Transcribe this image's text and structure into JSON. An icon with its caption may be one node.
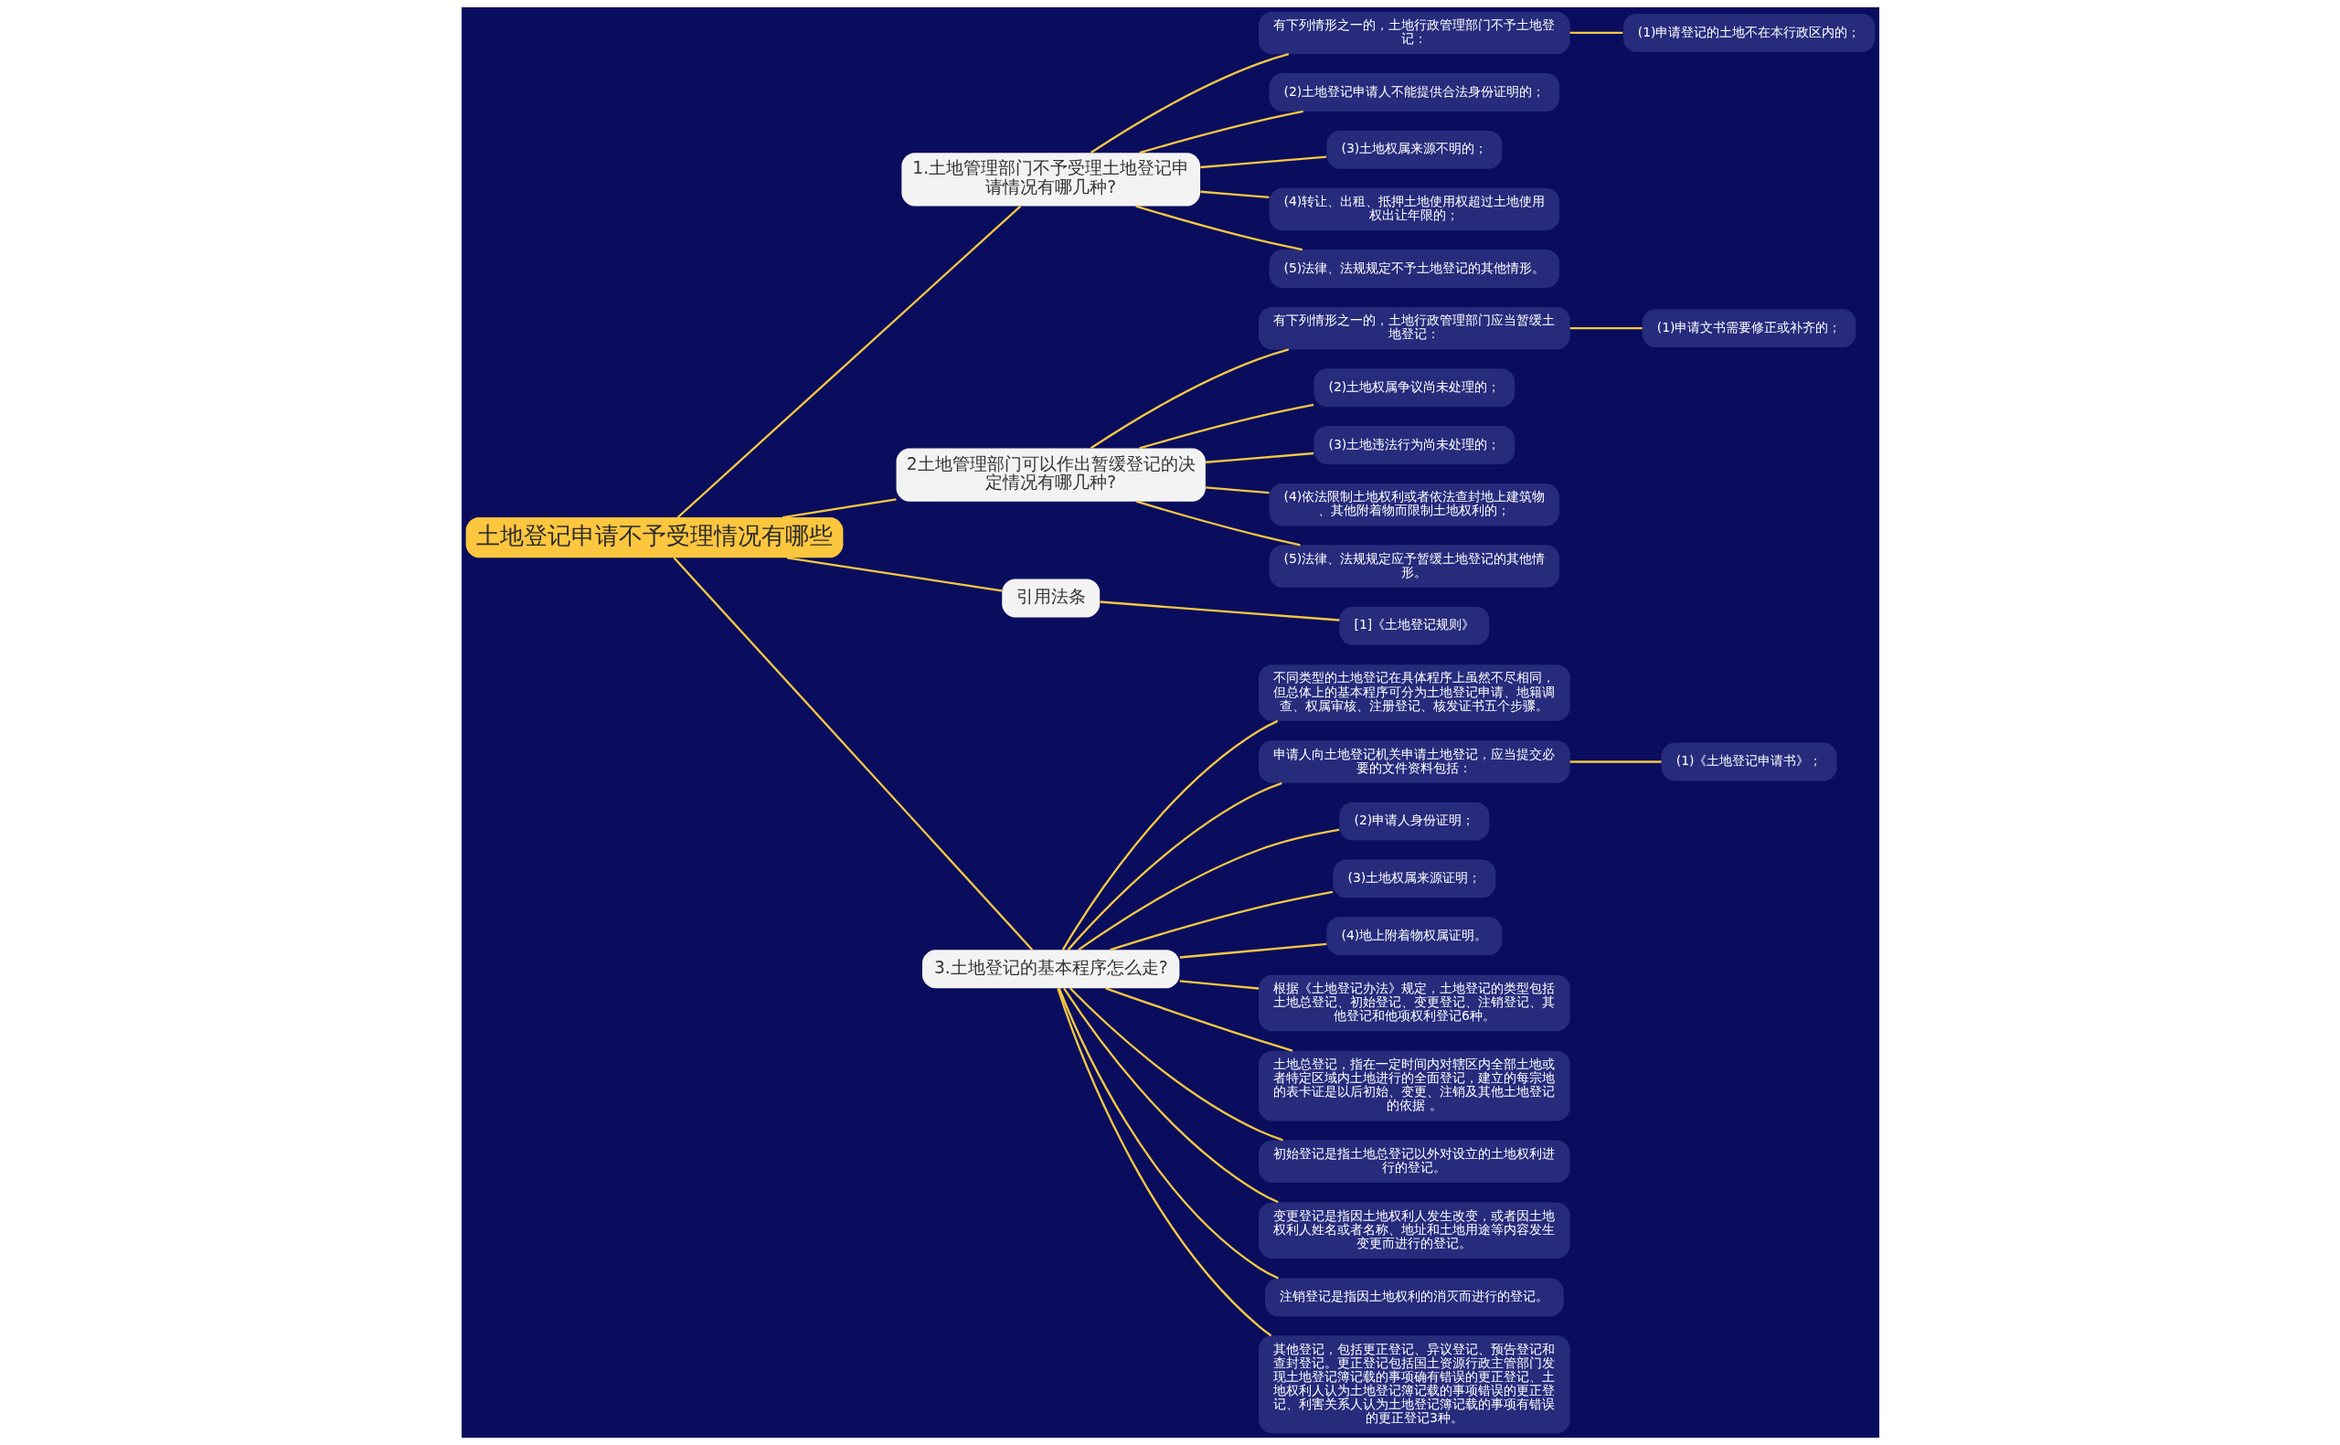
{
  "diagram": {
    "nodes": [
      {
        "text": [
          "土地登记申请不予受理情况有哪些"
        ]
      },
      {
        "text": [
          "1.土地管理部门不予受理土地登记申请情况有哪几种?"
        ]
      },
      {
        "text": [
          "有下列情形之一的，土地行政管理部门不予土地登记："
        ]
      },
      {
        "text": [
          "(1)申请登记的土地不在本行政区内的；"
        ]
      },
      {
        "text": [
          "(2)土地登记申请人不能提供合法身份证明的；"
        ]
      },
      {
        "text": [
          "(3)土地权属来源不明的；"
        ]
      },
      {
        "text": [
          "(4)转让、出租、抵押土地使用权超过土地使用权出让年限的；"
        ]
      },
      {
        "text": [
          "(5)法律、法规规定不予土地登记的其他情形。"
        ]
      },
      {
        "text": [
          "2土地管理部门可以作出暂缓登记的决定情况有哪几种?"
        ]
      },
      {
        "text": [
          "有下列情形之一的，土地行政管理部门应当暂缓土地登记："
        ]
      },
      {
        "text": [
          "(1)申请文书需要修正或补齐的；"
        ]
      },
      {
        "text": [
          "(2)土地权属争议尚未处理的；"
        ]
      },
      {
        "text": [
          "(3)土地违法行为尚未处理的；"
        ]
      },
      {
        "text": [
          "(4)依法限制土地权利或者依法查封地上建筑物、其他附着物而限制土地权利的；"
        ]
      },
      {
        "text": [
          "(5)法律、法规规定应予暂缓土地登记的其他情形。"
        ]
      },
      {
        "text": [
          "引用法条"
        ]
      },
      {
        "text": [
          "[1]《土地登记规则》"
        ]
      },
      {
        "text": [
          "3.土地登记的基本程序怎么走?"
        ]
      },
      {
        "text": [
          "不同类型的土地登记在具体程序上虽然不尽相同，但总体上的基本程序可分为土地登记申请、地籍调查、权属审核、注册登记、核发证书五个步骤。"
        ]
      },
      {
        "text": [
          "申请人向土地登记机关申请土地登记，应当提交必要的文件资料包括："
        ]
      },
      {
        "text": [
          "(1)《土地登记申请书》；"
        ]
      },
      {
        "text": [
          "(2)申请人身份证明；"
        ]
      },
      {
        "text": [
          "(3)土地权属来源证明；"
        ]
      },
      {
        "text": [
          "(4)地上附着物权属证明。"
        ]
      },
      {
        "text": [
          "根据《土地登记办法》规定，土地登记的类型包括土地总登记、初始登记、变更登记、注销登记、其他登记和他项权利登记6种。"
        ]
      },
      {
        "text": [
          "土地总登记，指在一定时间内对辖区内全部土地或者特定区域内土地进行的全面登记，建立的每宗地的表卡证是以后初始、变更、注销及其他土地登记的依据 。"
        ]
      },
      {
        "text": [
          "初始登记是指土地总登记以外对设立的土地权利进行的登记。"
        ]
      },
      {
        "text": [
          "变更登记是指因土地权利人发生改变，或者因土地权利人姓名或者名称、地址和土地用途等内容发生变更而进行的登记。"
        ]
      },
      {
        "text": [
          "注销登记是指因土地权利的消灭而进行的登记。"
        ]
      },
      {
        "text": [
          "其他登记，包括更正登记、异议登记、预告登记和查封登记。更正登记包括国土资源行政主管部门发现土地登记簿记载的事项确有错误的更正登记、土地权利人认为土地登记簿记载的事项错误的更正登记、利害关系人认为土地登记簿记载的事项有错误的更正登记3种。"
        ]
      }
    ],
    "edges": [
      {
        "from": 0,
        "to": 1,
        "arrow": "none"
      },
      {
        "from": 1,
        "to": 2,
        "arrow": "none"
      },
      {
        "from": 2,
        "to": 3,
        "arrow": "none"
      },
      {
        "from": 1,
        "to": 4,
        "arrow": "none"
      },
      {
        "from": 1,
        "to": 5,
        "arrow": "none"
      },
      {
        "from": 1,
        "to": 6,
        "arrow": "none"
      },
      {
        "from": 1,
        "to": 7,
        "arrow": "none"
      },
      {
        "from": 0,
        "to": 8,
        "arrow": "none"
      },
      {
        "from": 8,
        "to": 9,
        "arrow": "none"
      },
      {
        "from": 9,
        "to": 10,
        "arrow": "none"
      },
      {
        "from": 8,
        "to": 11,
        "arrow": "none"
      },
      {
        "from": 8,
        "to": 12,
        "arrow": "none"
      },
      {
        "from": 8,
        "to": 13,
        "arrow": "none"
      },
      {
        "from": 8,
        "to": 14,
        "arrow": "none"
      },
      {
        "from": 0,
        "to": 15,
        "arrow": "none"
      },
      {
        "from": 15,
        "to": 16,
        "arrow": "none"
      },
      {
        "from": 0,
        "to": 17,
        "arrow": "none"
      },
      {
        "from": 17,
        "to": 18,
        "arrow": "none"
      },
      {
        "from": 17,
        "to": 19,
        "arrow": "none"
      },
      {
        "from": 19,
        "to": 20,
        "arrow": "none"
      },
      {
        "from": 17,
        "to": 21,
        "arrow": "none"
      },
      {
        "from": 17,
        "to": 22,
        "arrow": "none"
      },
      {
        "from": 17,
        "to": 23,
        "arrow": "none"
      },
      {
        "from": 17,
        "to": 24,
        "arrow": "none"
      },
      {
        "from": 17,
        "to": 25,
        "arrow": "none"
      },
      {
        "from": 17,
        "to": 26,
        "arrow": "none"
      },
      {
        "from": 17,
        "to": 27,
        "arrow": "none"
      },
      {
        "from": 17,
        "to": 28,
        "arrow": "none"
      },
      {
        "from": 17,
        "to": 29,
        "arrow": "none"
      }
    ]
  }
}
